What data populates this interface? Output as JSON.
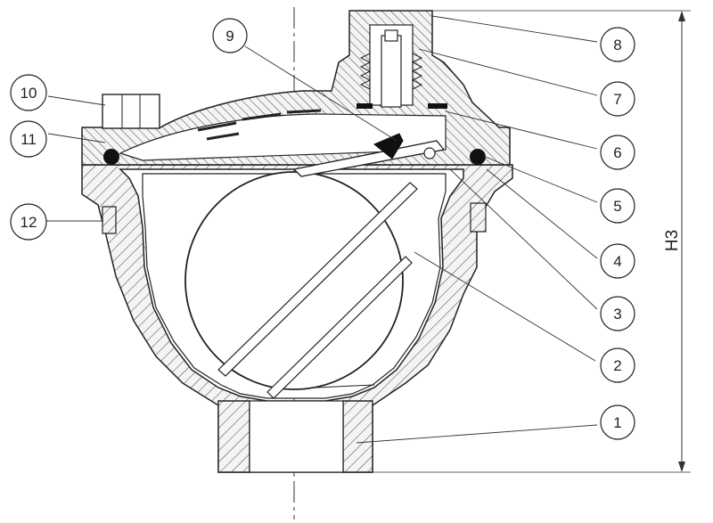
{
  "diagram": {
    "callouts": [
      {
        "id": "1",
        "label": "1"
      },
      {
        "id": "2",
        "label": "2"
      },
      {
        "id": "3",
        "label": "3"
      },
      {
        "id": "4",
        "label": "4"
      },
      {
        "id": "5",
        "label": "5"
      },
      {
        "id": "6",
        "label": "6"
      },
      {
        "id": "7",
        "label": "7"
      },
      {
        "id": "8",
        "label": "8"
      },
      {
        "id": "9",
        "label": "9"
      },
      {
        "id": "10",
        "label": "10"
      },
      {
        "id": "11",
        "label": "11"
      },
      {
        "id": "12",
        "label": "12"
      }
    ],
    "dimension_label": "H3"
  }
}
